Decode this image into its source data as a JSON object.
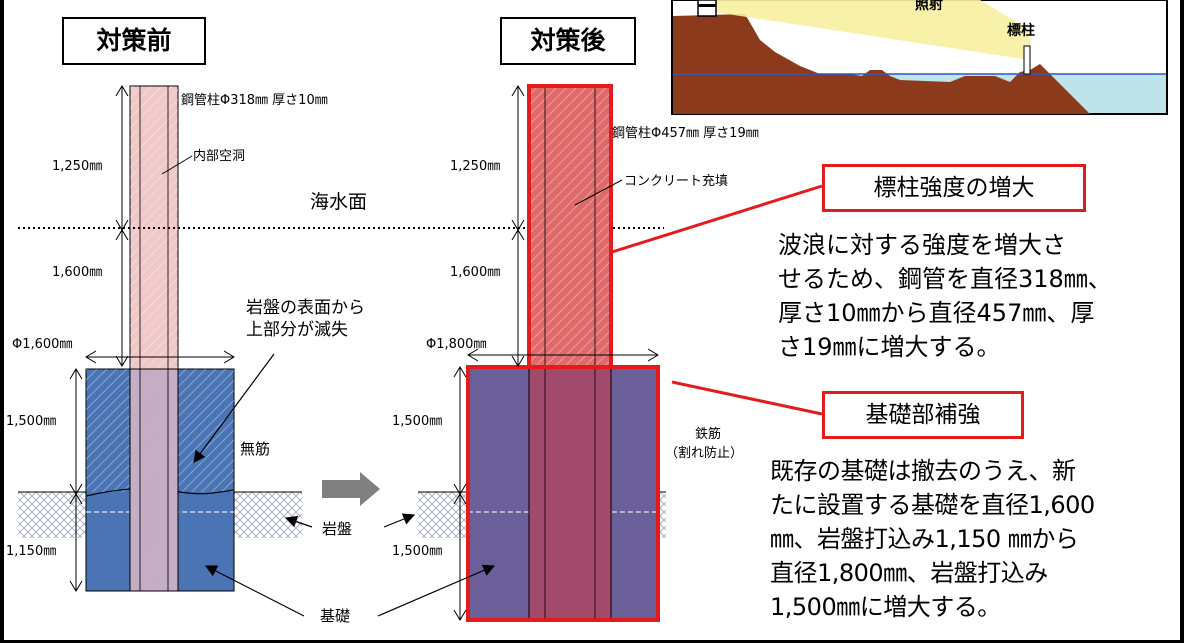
{
  "before": {
    "title": "対策前",
    "pipe_label": "鋼管柱Φ318㎜ 厚さ10㎜",
    "hollow_label": "内部空洞",
    "dim_upper": "1,250㎜",
    "dim_mid": "1,600㎜",
    "dim_found_above": "1,500㎜",
    "dim_found_below": "1,150㎜",
    "diameter": "Φ1,600㎜",
    "loss_label": "岩盤の表面から\n上部分が滅失",
    "no_rebar": "無筋"
  },
  "after": {
    "title": "対策後",
    "pipe_label": "鋼管柱Φ457㎜ 厚さ19㎜",
    "concrete_label": "コンクリート充填",
    "dim_upper": "1,250㎜",
    "dim_mid": "1,600㎜",
    "dim_found_above": "1,500㎜",
    "dim_found_below": "1,500㎜",
    "diameter": "Φ1,800㎜",
    "rebar": "鉄筋",
    "rebar_note": "（割れ防止）"
  },
  "common": {
    "sea_level": "海水面",
    "bedrock": "岩盤",
    "foundation": "基礎"
  },
  "inset": {
    "light_label": "照射",
    "marker_label": "標柱"
  },
  "callouts": {
    "strength_title": "標柱強度の増大",
    "strength_text": "波浪に対する強度を増大さ\nせるため、鋼管を直径318㎜、\n厚さ10㎜から直径457㎜、厚\nさ19㎜に増大する。",
    "foundation_title": "基礎部補強",
    "foundation_text": "既存の基礎は撤去のうえ、新\nたに設置する基礎を直径1,600\n㎜、岩盤打込み1,150 ㎜から\n直径1,800㎜、岩盤打込み\n1,500㎜に増大する。"
  },
  "colors": {
    "pipe_before": "#f0c8c8",
    "pipe_after": "#e06a6a",
    "foundation_before": "#4a74b4",
    "foundation_after": "#6a5f98",
    "highlight_red": "#e21c1c",
    "sea_inset": "#bfe3ea",
    "land_inset": "#8c3a1c"
  }
}
